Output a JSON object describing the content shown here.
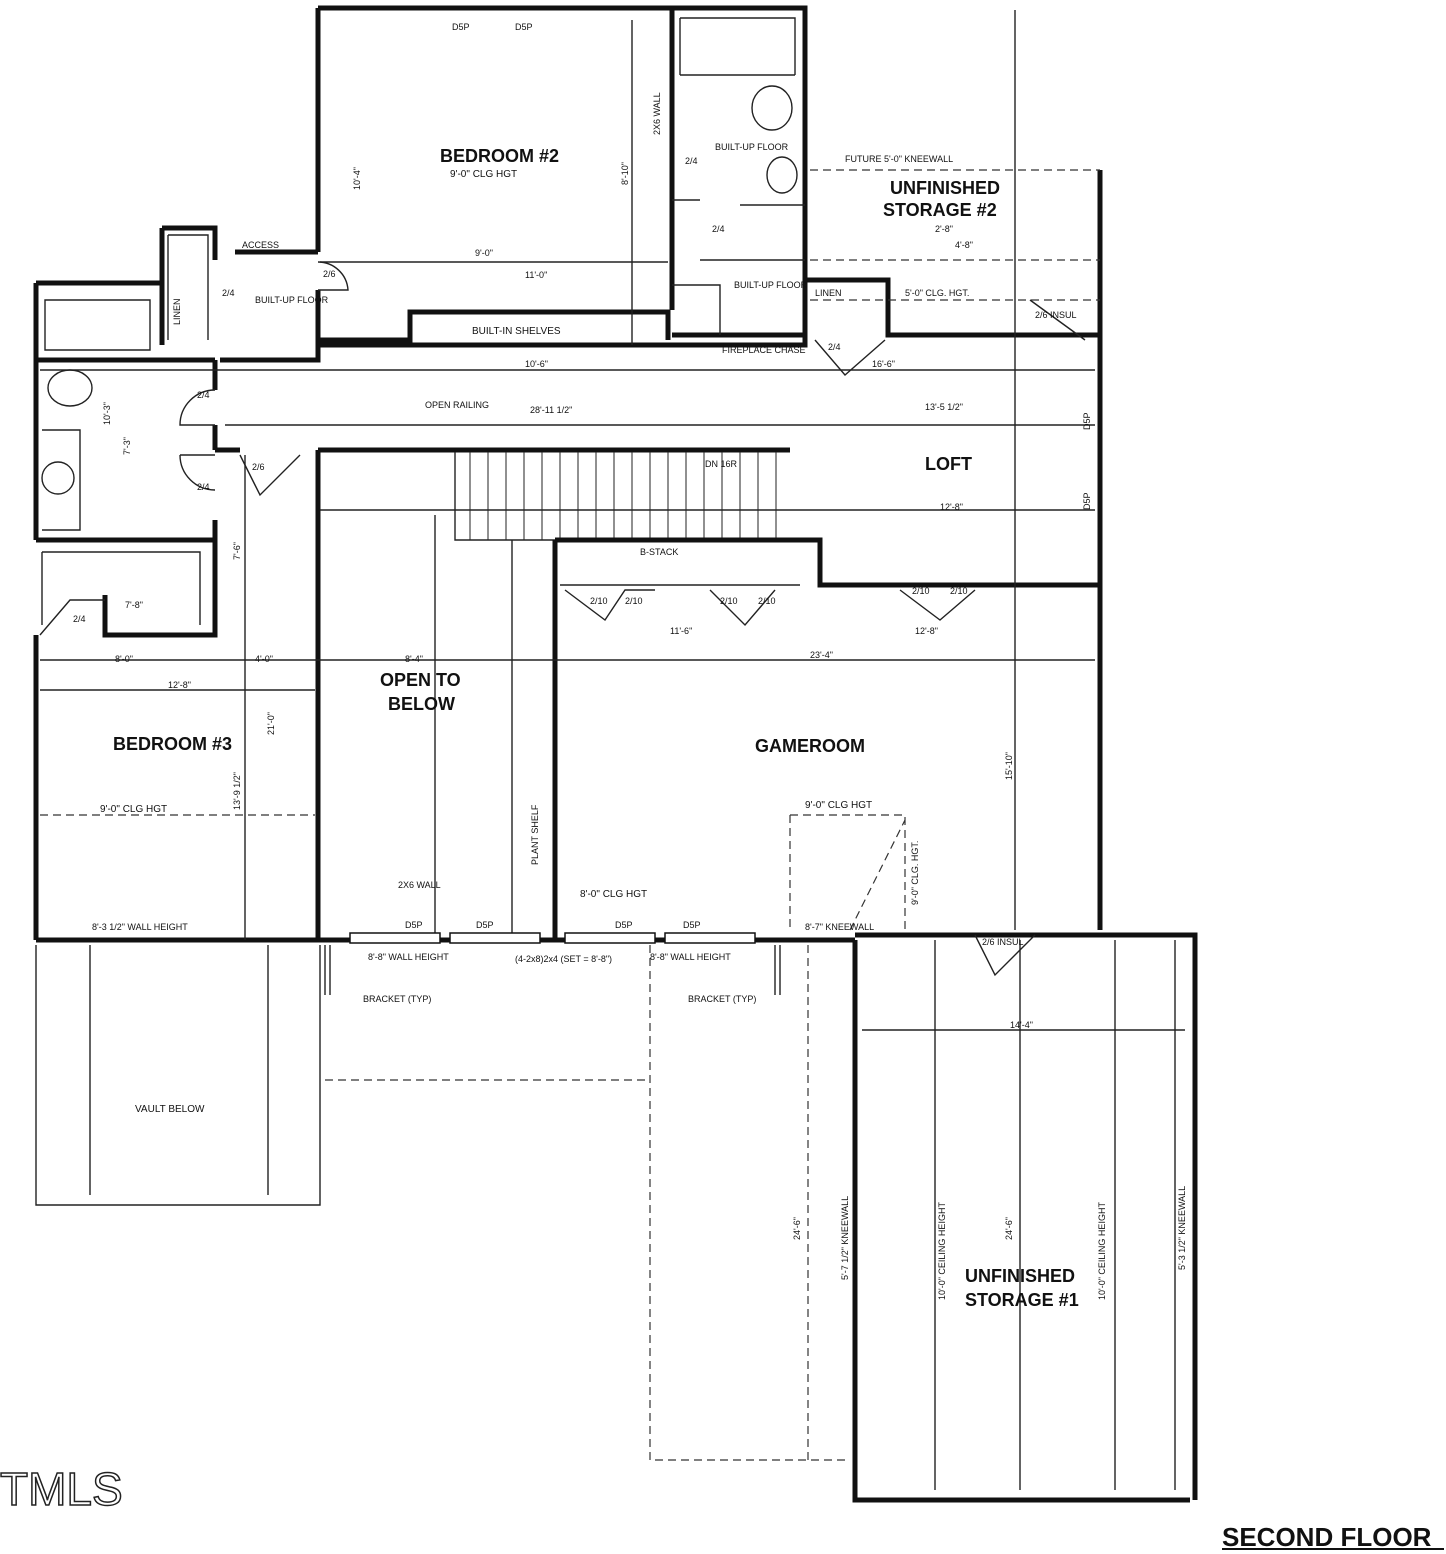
{
  "plan_title": "SECOND FLOOR",
  "watermark": "TMLS",
  "rooms": {
    "bedroom2": {
      "name": "BEDROOM #2",
      "ceiling": "9'-0\" CLG HGT"
    },
    "bedroom3": {
      "name": "BEDROOM #3",
      "ceiling": "9'-0\" CLG HGT"
    },
    "loft": {
      "name": "LOFT"
    },
    "gameroom": {
      "name": "GAMEROOM",
      "ceiling": "8'-0\" CLG HGT",
      "ceiling_upper": "9'-0\" CLG HGT"
    },
    "open_to_below": {
      "line1": "OPEN TO",
      "line2": "BELOW"
    },
    "storage1": {
      "line1": "UNFINISHED",
      "line2": "STORAGE #1"
    },
    "storage2": {
      "line1": "UNFINISHED",
      "line2": "STORAGE #2"
    },
    "vault": {
      "name": "VAULT BELOW"
    }
  },
  "notes": {
    "built_in_shelves": "BUILT-IN SHELVES",
    "built_up_floor_1": "BUILT-UP FLOOR",
    "built_up_floor_2": "BUILT-UP FLOOR",
    "built_up_floor_3": "BUILT-UP FLOOR",
    "access": "ACCESS",
    "linen_1": "LINEN",
    "linen_2": "LINEN",
    "fireplace_chase": "FIREPLACE CHASE",
    "open_railing": "OPEN RAILING",
    "b_stack": "B-STACK",
    "plant_shelf": "PLANT SHELF",
    "bracket_1": "BRACKET (TYP)",
    "bracket_2": "BRACKET (TYP)",
    "wall_height_1": "8'-3 1/2\" WALL HEIGHT",
    "wall_height_2": "8'-8\" WALL HEIGHT",
    "wall_height_3": "8'-8\" WALL HEIGHT",
    "kneewall_gameroom": "8'-7\" KNEEWALL",
    "clg_hgt_storage2": "5'-0\" CLG. HGT.",
    "future_kneewall": "FUTURE 5'-0\" KNEEWALL",
    "insul_1": "2/6 INSUL",
    "insul_2": "2/6 INSUL",
    "wall_2x6_1": "2X6 WALL",
    "wall_2x6_2": "2X6 WALL",
    "header": "(4-2x8)2x4 (SET = 8'-8\")",
    "dn_stair": "DN 16R",
    "storage1_kneewall_left": "5'-7 1/2\" KNEEWALL",
    "storage1_ceiling_left": "10'-0\" CEILING HEIGHT",
    "storage1_ceiling_right": "10'-0\" CEILING HEIGHT",
    "storage1_kneewall_right": "5'-3 1/2\" KNEEWALL",
    "gameroom_vert_clg": "9'-0\" CLG. HGT."
  },
  "windows": [
    "D5P",
    "D5P",
    "D5P",
    "D5P",
    "D5P",
    "D5P",
    "D5P",
    "D5P"
  ],
  "doors": [
    "2/4",
    "2/4",
    "2/4",
    "2/4",
    "2/6",
    "2/6",
    "2/4",
    "2/4",
    "2/4",
    "2/10",
    "2/10",
    "2/10",
    "2/10",
    "2/10",
    "2/10"
  ],
  "dimensions": {
    "d1": "9'-0\"",
    "d2": "11'-0\"",
    "d3": "10'-6\"",
    "d4": "16'-6\"",
    "d5": "28'-11 1/2\"",
    "d6": "13'-5 1/2\"",
    "d7": "12'-8\"",
    "d8": "11'-6\"",
    "d9": "12'-8\"",
    "d10": "23'-4\"",
    "d11": "8'-0\"",
    "d12": "4'-0\"",
    "d13": "12'-8\"",
    "d14": "14'-4\"",
    "d15": "24'-6\"",
    "d16": "24'-6\"",
    "d17": "15'-10\"",
    "d18": "21'-0\"",
    "d19": "13'-9 1/2\"",
    "d20": "10'-3\"",
    "d21": "7'-3\"",
    "d22": "4'-8\"",
    "d23": "8'-4\"",
    "d24": "7'-8\"",
    "d25": "10'-4\"",
    "d26": "8'-10\"",
    "d27": "2'-8\"",
    "d28": "7'-6\""
  }
}
